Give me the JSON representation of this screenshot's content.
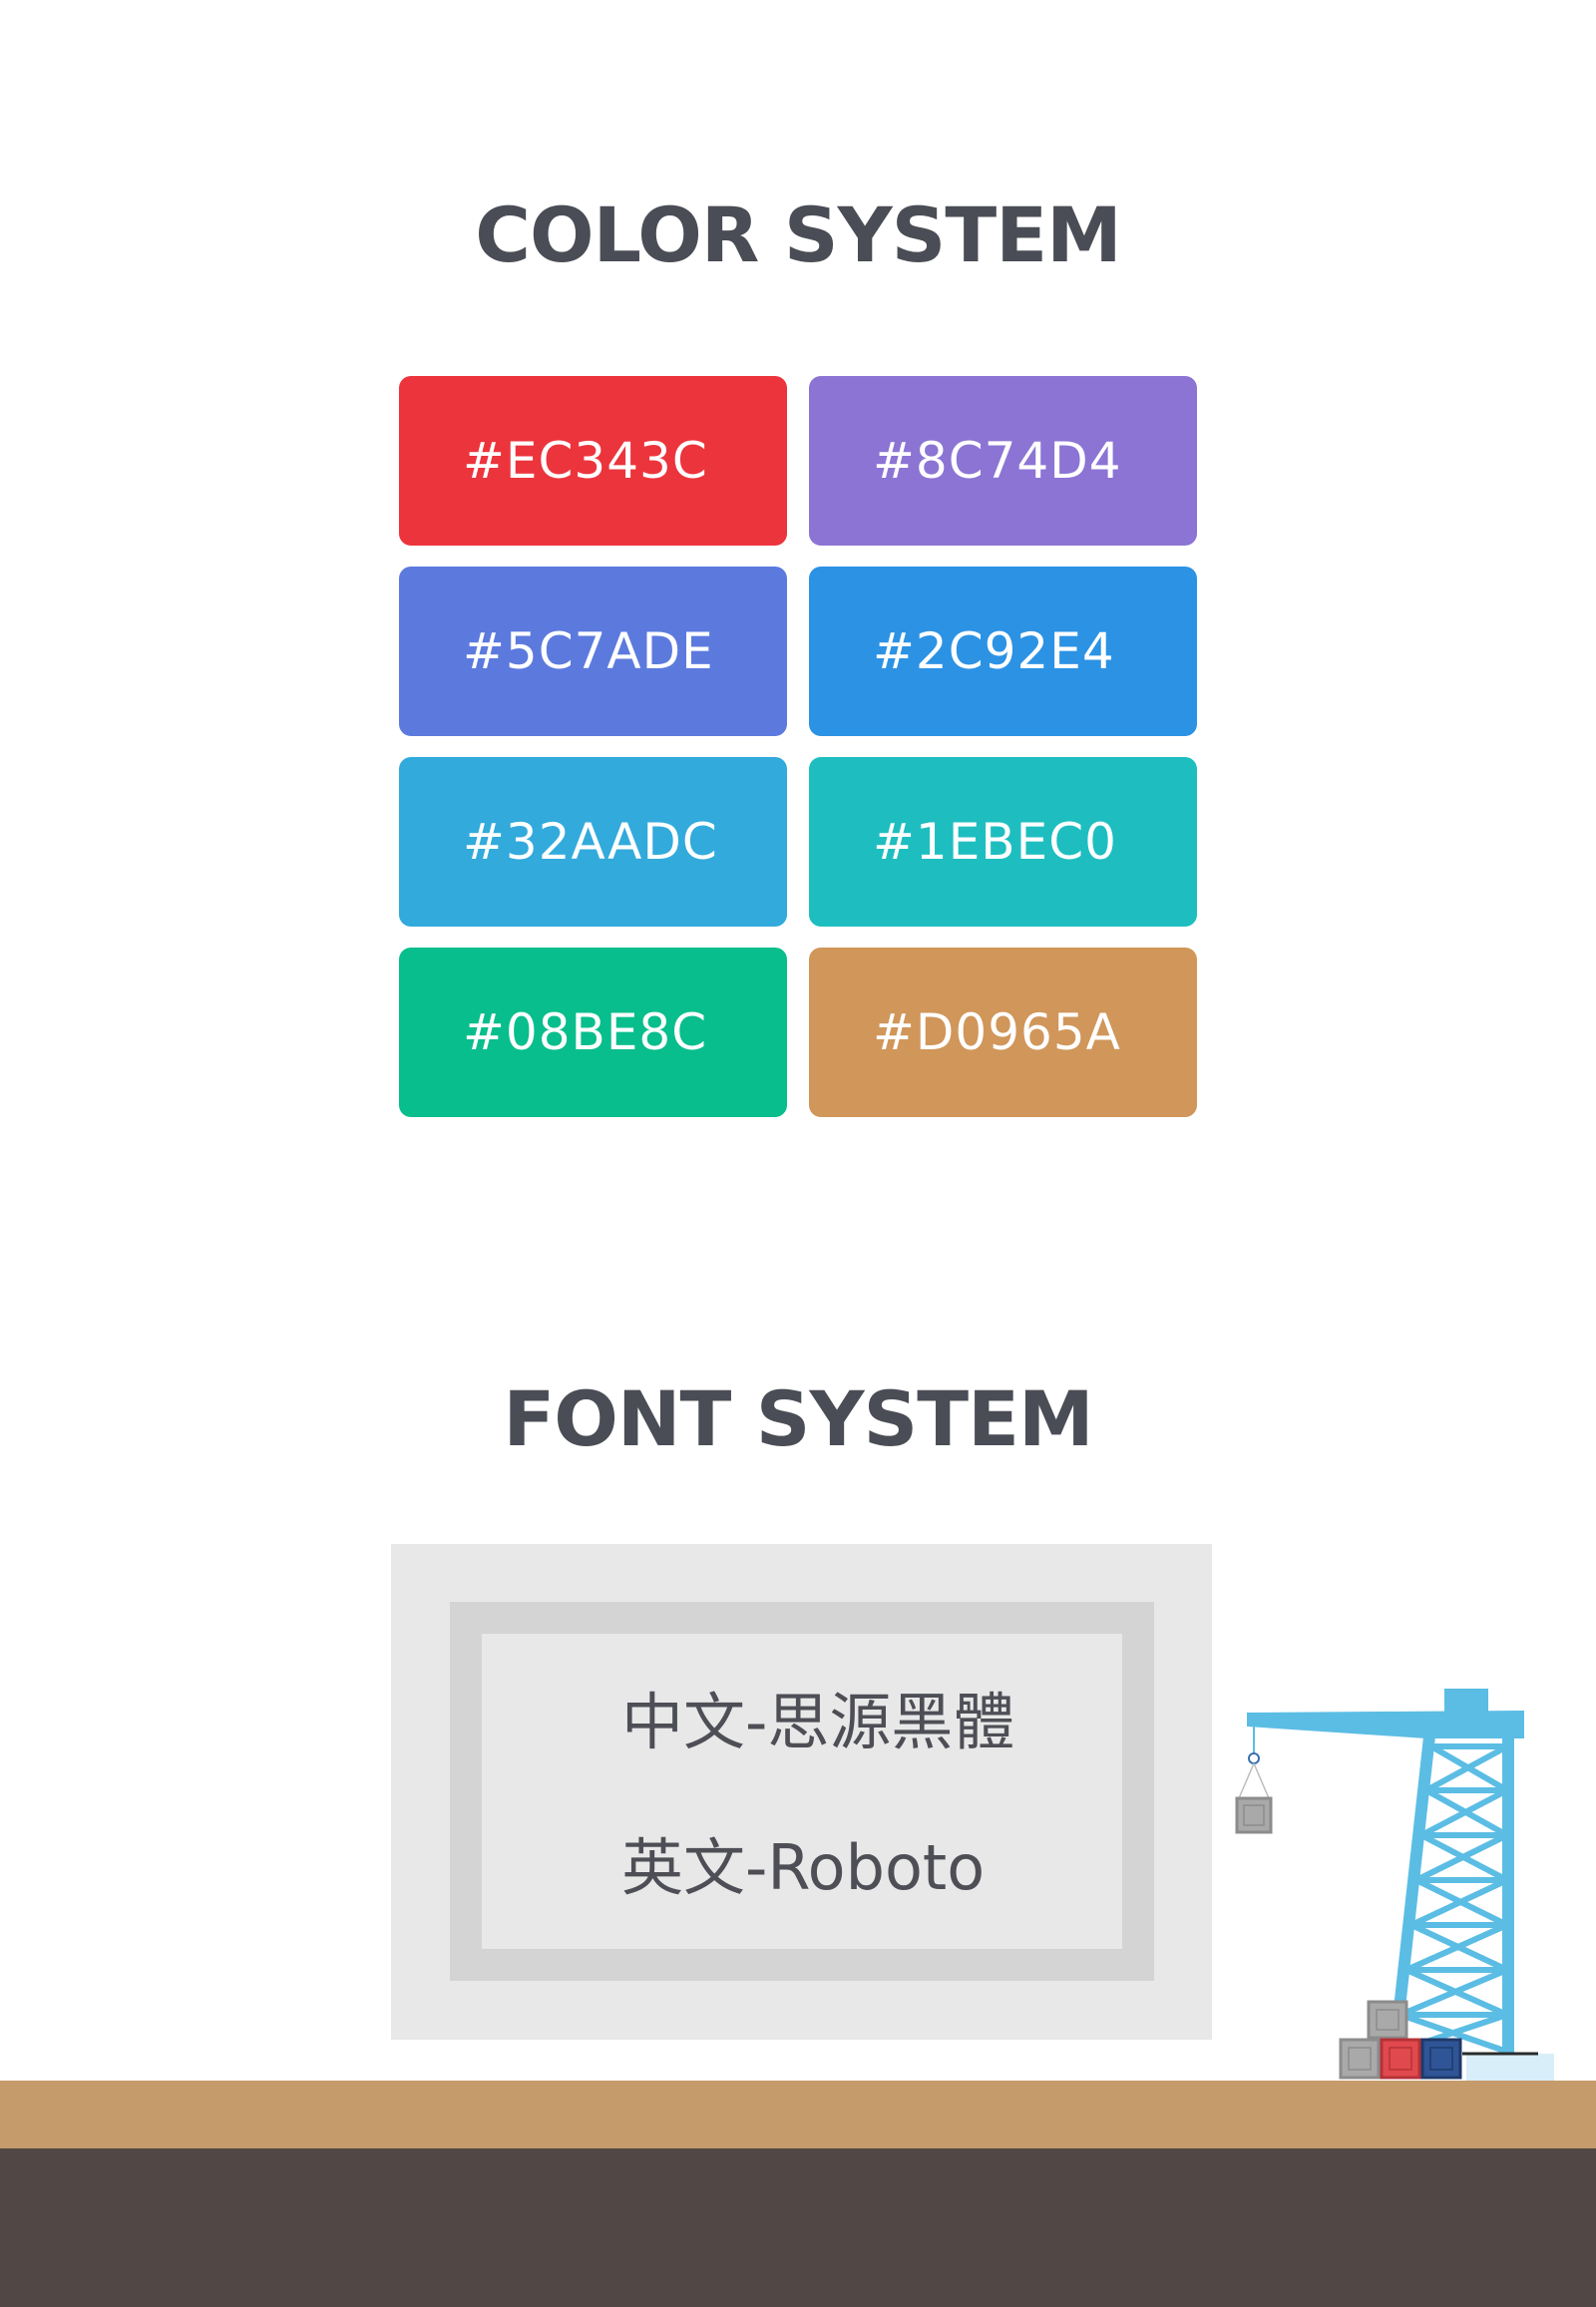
{
  "color_section": {
    "title": "COLOR SYSTEM",
    "swatches": [
      {
        "label": "#EC343C",
        "color": "#EC343C"
      },
      {
        "label": "#8C74D4",
        "color": "#8C74D4"
      },
      {
        "label": "#5C7ADE",
        "color": "#5C7ADE"
      },
      {
        "label": "#2C92E4",
        "color": "#2C92E4"
      },
      {
        "label": "#32AADC",
        "color": "#32AADC"
      },
      {
        "label": "#1EBEC0",
        "color": "#1EBEC0"
      },
      {
        "label": "#08BE8C",
        "color": "#08BE8C"
      },
      {
        "label": "#D0965A",
        "color": "#D0965A"
      }
    ]
  },
  "font_section": {
    "title": "FONT SYSTEM",
    "lines": [
      "中文-思源黑體",
      "英文-Roboto"
    ]
  },
  "illustration": {
    "crane_color": "#5bbde4",
    "container_colors": [
      "#a9a9a9",
      "#e0494d",
      "#2f5597"
    ],
    "ground_top_color": "#c59b6c",
    "ground_bottom_color": "#514845"
  }
}
